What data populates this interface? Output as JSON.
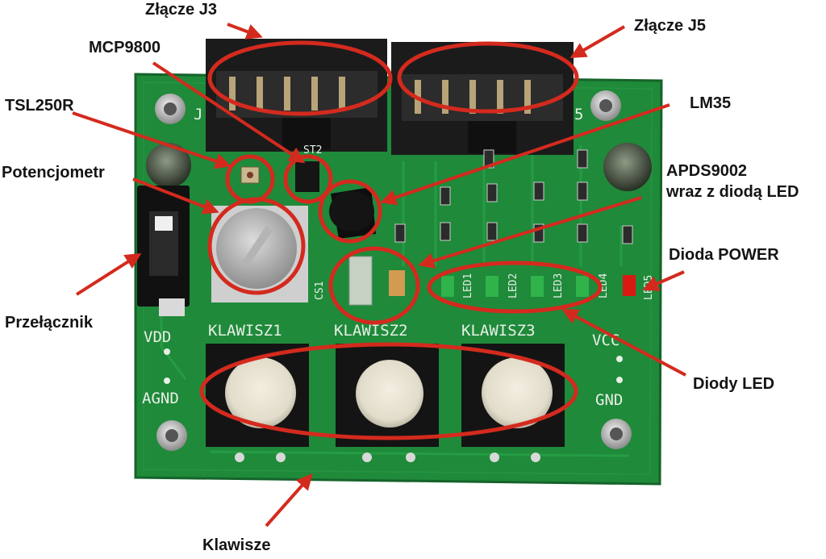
{
  "callouts": {
    "j3": "Złącze J3",
    "j5": "Złącze J5",
    "mcp9800": "MCP9800",
    "tsl250r": "TSL250R",
    "lm35": "LM35",
    "potencjometr": "Potencjometr",
    "apds_line1": "APDS9002",
    "apds_line2": "wraz z diodą LED",
    "dioda_power": "Dioda POWER",
    "przelacznik": "Przełącznik",
    "diody_led": "Diody LED",
    "klawisze": "Klawisze"
  },
  "silkscreen": {
    "vdd": "VDD",
    "vcc": "VCC",
    "agnd": "AGND",
    "gnd": "GND",
    "klawisz1": "KLAWISZ1",
    "klawisz2": "KLAWISZ2",
    "klawisz3": "KLAWISZ3",
    "led1": "LED1",
    "led2": "LED2",
    "led3": "LED3",
    "led4": "LED4",
    "led5": "LED5",
    "cs1": "CS1",
    "j_left": "J",
    "j_right": "5",
    "st2": "ST2"
  },
  "colors": {
    "pcb": "#1f8a3a",
    "annotation_red": "#d42a1e",
    "power_led": "#d81a12",
    "status_led": "#2fb34a"
  }
}
